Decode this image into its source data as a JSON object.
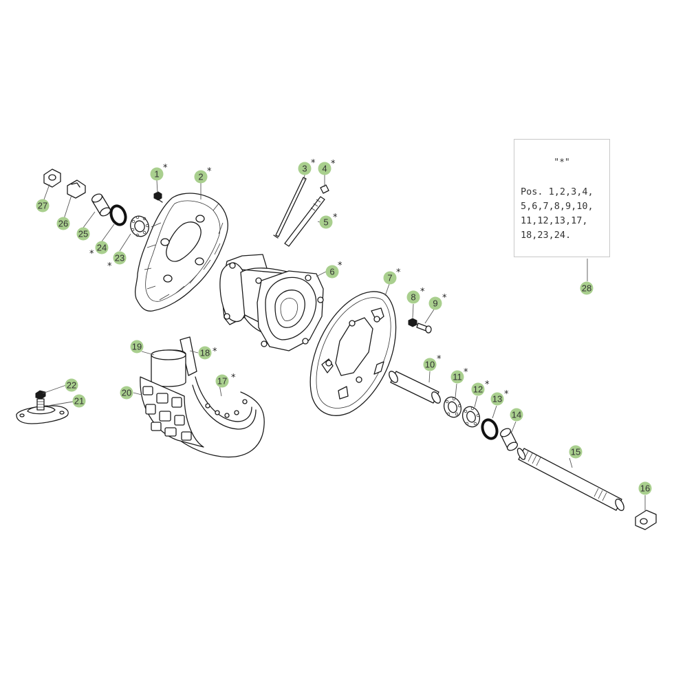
{
  "callouts": [
    {
      "n": "1",
      "star": true
    },
    {
      "n": "2",
      "star": true
    },
    {
      "n": "3",
      "star": true
    },
    {
      "n": "4",
      "star": true
    },
    {
      "n": "5",
      "star": true
    },
    {
      "n": "6",
      "star": true
    },
    {
      "n": "7",
      "star": true
    },
    {
      "n": "8",
      "star": true
    },
    {
      "n": "9",
      "star": true
    },
    {
      "n": "10",
      "star": true
    },
    {
      "n": "11",
      "star": true
    },
    {
      "n": "12",
      "star": true
    },
    {
      "n": "13",
      "star": true
    },
    {
      "n": "14",
      "star": false
    },
    {
      "n": "15",
      "star": false
    },
    {
      "n": "16",
      "star": false
    },
    {
      "n": "17",
      "star": true
    },
    {
      "n": "18",
      "star": true
    },
    {
      "n": "19",
      "star": false
    },
    {
      "n": "20",
      "star": false
    },
    {
      "n": "21",
      "star": false
    },
    {
      "n": "22",
      "star": false
    },
    {
      "n": "23",
      "star": true
    },
    {
      "n": "24",
      "star": true
    },
    {
      "n": "25",
      "star": false
    },
    {
      "n": "26",
      "star": false
    },
    {
      "n": "27",
      "star": false
    },
    {
      "n": "28",
      "star": false
    }
  ],
  "note": {
    "quote": "\"*\"",
    "text": "Pos. 1,2,3,4,\n5,6,7,8,9,10,\n11,12,13,17,\n18,23,24."
  },
  "star_symbol": "*",
  "colors": {
    "callout_fill": "#a9cf8e",
    "line": "#1a1a1a",
    "note_border": "#c8c8c8"
  }
}
